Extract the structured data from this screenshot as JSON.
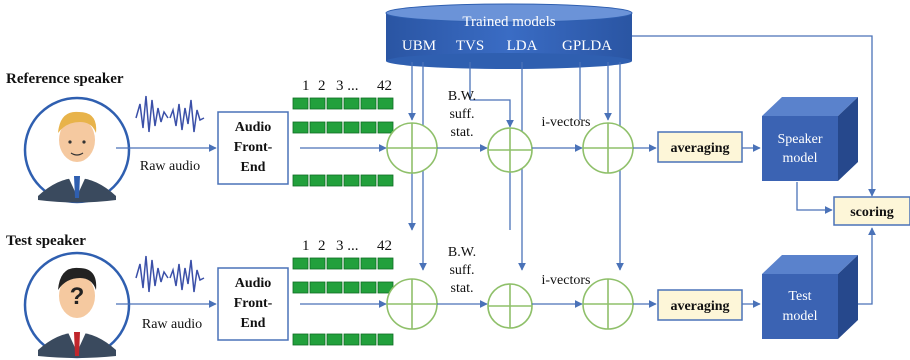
{
  "models": {
    "title": "Trained models",
    "items": [
      "UBM",
      "TVS",
      "LDA",
      "GPLDA"
    ]
  },
  "reference": {
    "speaker_label": "Reference speaker",
    "raw_audio": "Raw audio",
    "frontend": [
      "Audio",
      "Front-",
      "End"
    ],
    "frame_numbers": [
      "1",
      "2",
      "3 ...",
      "42"
    ],
    "bw_stats": [
      "B.W.",
      "suff.",
      "stat."
    ],
    "ivectors": "i-vectors",
    "averaging": "averaging",
    "model": [
      "Speaker",
      "model"
    ]
  },
  "test": {
    "speaker_label": "Test speaker",
    "raw_audio": "Raw audio",
    "frontend": [
      "Audio",
      "Front-",
      "End"
    ],
    "frame_numbers": [
      "1",
      "2",
      "3 ...",
      "42"
    ],
    "bw_stats": [
      "B.W.",
      "suff.",
      "stat."
    ],
    "ivectors": "i-vectors",
    "averaging": "averaging",
    "model": [
      "Test",
      "model"
    ]
  },
  "scoring": "scoring",
  "colors": {
    "line": "#4a72b8",
    "cylinder_top": "#4f7fcf",
    "cylinder_body": "#2f5fb0",
    "cube_front": "#3b63b3",
    "cube_top": "#5a82cc",
    "cube_side": "#26488c",
    "feature_fill": "#22a03c",
    "circle_stroke": "#8fc06a",
    "highlight_box": "#fdf6d8",
    "waveform": "#3b50a8"
  }
}
